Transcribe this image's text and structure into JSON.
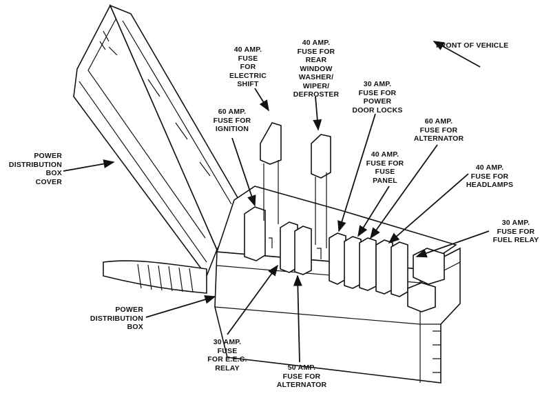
{
  "labels": {
    "front_of_vehicle": "FRONT OF VEHICLE",
    "fuse_electric_shift": "40 AMP.\nFUSE\nFOR\nELECTRIC\nSHIFT",
    "fuse_rear_window": "40 AMP.\nFUSE FOR\nREAR\nWINDOW\nWASHER/\nWIPER/\nDEFROSTER",
    "fuse_power_door_locks": "30 AMP.\nFUSE FOR\nPOWER\nDOOR LOCKS",
    "fuse_ignition": "60 AMP.\nFUSE FOR\nIGNITION",
    "fuse_alternator_60": "60 AMP.\nFUSE FOR\nALTERNATOR",
    "fuse_fuse_panel": "40 AMP.\nFUSE FOR\nFUSE\nPANEL",
    "fuse_headlamps": "40 AMP.\nFUSE FOR\nHEADLAMPS",
    "fuse_fuel_relay": "30 AMP.\nFUSE FOR\nFUEL RELAY",
    "box_cover": "POWER\nDISTRIBUTION\nBOX\nCOVER",
    "box": "POWER\nDISTRIBUTION\nBOX",
    "fuse_eec_relay": "30 AMP.\nFUSE\nFOR E.E.C.\nRELAY",
    "fuse_alternator_50": "50 AMP.\nFUSE FOR\nALTERNATOR"
  }
}
